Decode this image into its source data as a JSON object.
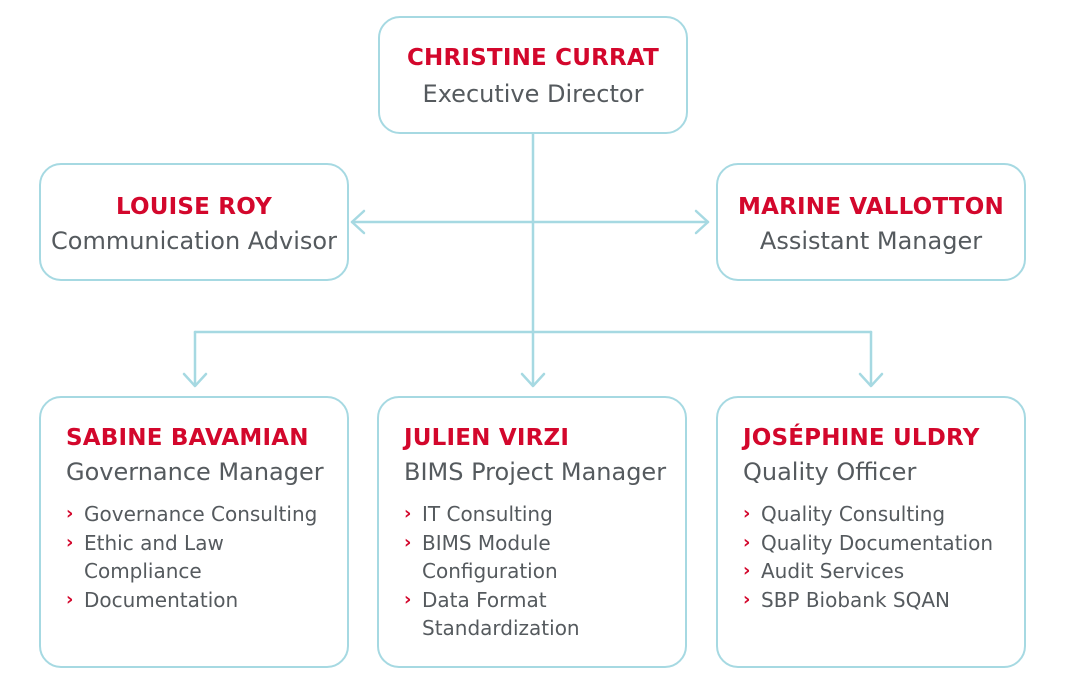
{
  "colors": {
    "accent": "#d3072c",
    "line": "#a6d9e2",
    "text": "#555a5e"
  },
  "director": {
    "name": "CHRISTINE CURRAT",
    "role": "Executive Director"
  },
  "left": {
    "name": "LOUISE ROY",
    "role": "Communication Advisor"
  },
  "right": {
    "name": "MARINE VALLOTTON",
    "role": "Assistant Manager"
  },
  "teams": [
    {
      "name": "SABINE BAVAMIAN",
      "role": "Governance Manager",
      "tasks": [
        [
          "Governance Consulting"
        ],
        [
          "Ethic and Law",
          "Compliance"
        ],
        [
          "Documentation"
        ]
      ]
    },
    {
      "name": "JULIEN VIRZI",
      "role": "BIMS Project Manager",
      "tasks": [
        [
          "IT Consulting"
        ],
        [
          "BIMS Module",
          "Configuration"
        ],
        [
          "Data Format",
          "Standardization"
        ]
      ]
    },
    {
      "name": "JOSÉPHINE ULDRY",
      "role": "Quality Officer",
      "tasks": [
        [
          "Quality Consulting"
        ],
        [
          "Quality Documentation"
        ],
        [
          "Audit Services"
        ],
        [
          "SBP Biobank SQAN"
        ]
      ]
    }
  ],
  "bullet_icon": "chevron-right-icon"
}
